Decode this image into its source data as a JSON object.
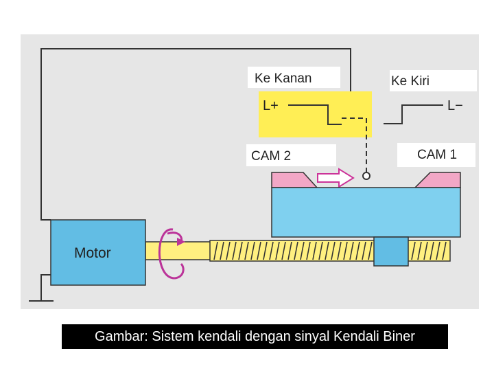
{
  "labels": {
    "ke_kanan": "Ke Kanan",
    "ke_kiri": "Ke Kiri",
    "l_plus": "L+",
    "l_minus": "L−",
    "cam2": "CAM 2",
    "cam1": "CAM 1",
    "motor": "Motor"
  },
  "caption": "Gambar: Sistem kendali dengan sinyal Kendali Biner",
  "colors": {
    "panel": "#e6e6e6",
    "motor_blue": "#62bde4",
    "table_blue": "#7fd0ef",
    "cam_pink": "#f2a7c6",
    "screw_yellow": "#fff080",
    "label_yellow": "#ffee55",
    "arrow_magenta": "#cc3399",
    "rotate_arrow": "#bb3399"
  }
}
